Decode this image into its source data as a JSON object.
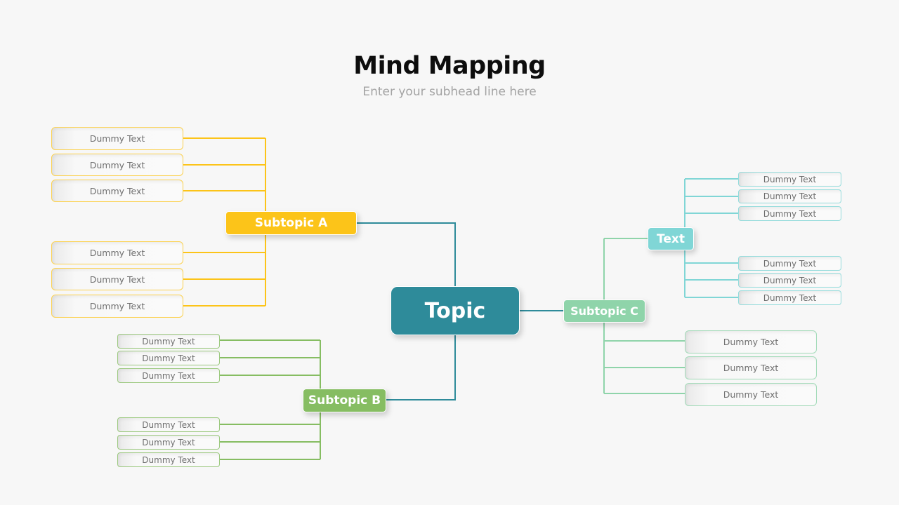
{
  "header": {
    "title": "Mind Mapping",
    "subtitle": "Enter your subhead line here"
  },
  "colors": {
    "topic": "#2e8b9a",
    "subtopic_a": "#fcc419",
    "subtopic_b": "#86bd62",
    "subtopic_c": "#8fd4aa",
    "text_node": "#80d6d6",
    "background": "#f7f7f7"
  },
  "topic": {
    "label": "Topic"
  },
  "subtopic_a": {
    "label": "Subtopic A",
    "items": [
      "Dummy Text",
      "Dummy Text",
      "Dummy Text",
      "Dummy Text",
      "Dummy Text",
      "Dummy Text"
    ]
  },
  "subtopic_b": {
    "label": "Subtopic B",
    "items": [
      "Dummy Text",
      "Dummy Text",
      "Dummy Text",
      "Dummy Text",
      "Dummy Text",
      "Dummy Text"
    ]
  },
  "subtopic_c": {
    "label": "Subtopic C",
    "items": [
      "Dummy Text",
      "Dummy Text",
      "Dummy Text"
    ],
    "text_node": {
      "label": "Text",
      "items": [
        "Dummy Text",
        "Dummy Text",
        "Dummy Text",
        "Dummy Text",
        "Dummy Text",
        "Dummy Text"
      ]
    }
  }
}
